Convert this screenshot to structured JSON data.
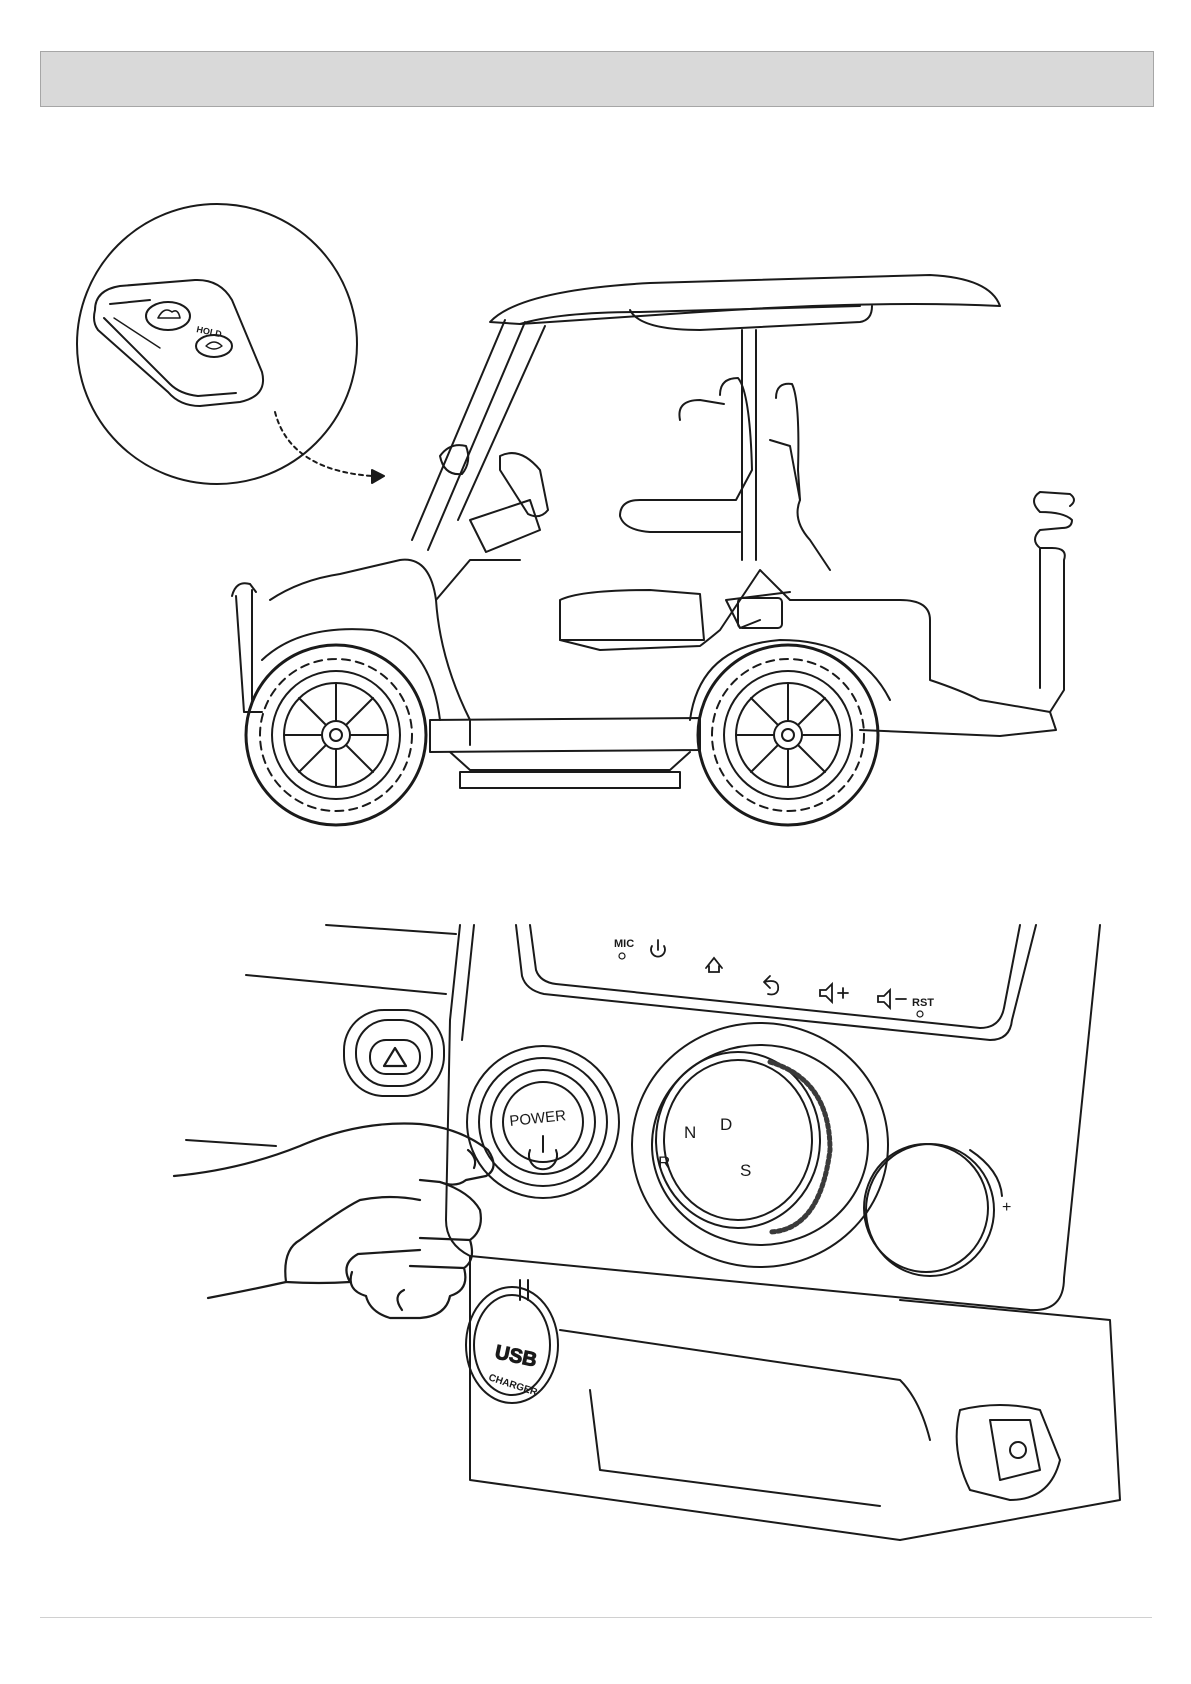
{
  "colors": {
    "header_bar": "#d9d9d9",
    "line": "#1a1a1a"
  },
  "key_fob": {
    "button_hold": "HOLD"
  },
  "panel": {
    "touch_keys": [
      "MIC",
      "RST"
    ],
    "power_button": "POWER",
    "gear_selector": {
      "r": "R",
      "n": "N",
      "d": "D",
      "s": "S"
    },
    "usb_port": {
      "line1": "USB",
      "line2": "CHARGER"
    },
    "volume_plus": "+"
  }
}
